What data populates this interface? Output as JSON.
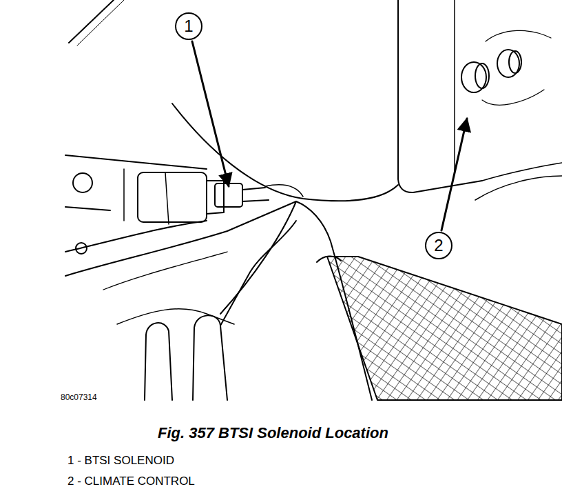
{
  "diagram": {
    "caption": "Fig. 357 BTSI Solenoid Location",
    "labels": [
      "1",
      "2",
      "80c07314",
      "1 - BTSI SOLENOID",
      "2 - CLIMATE CONTROL"
    ]
  }
}
